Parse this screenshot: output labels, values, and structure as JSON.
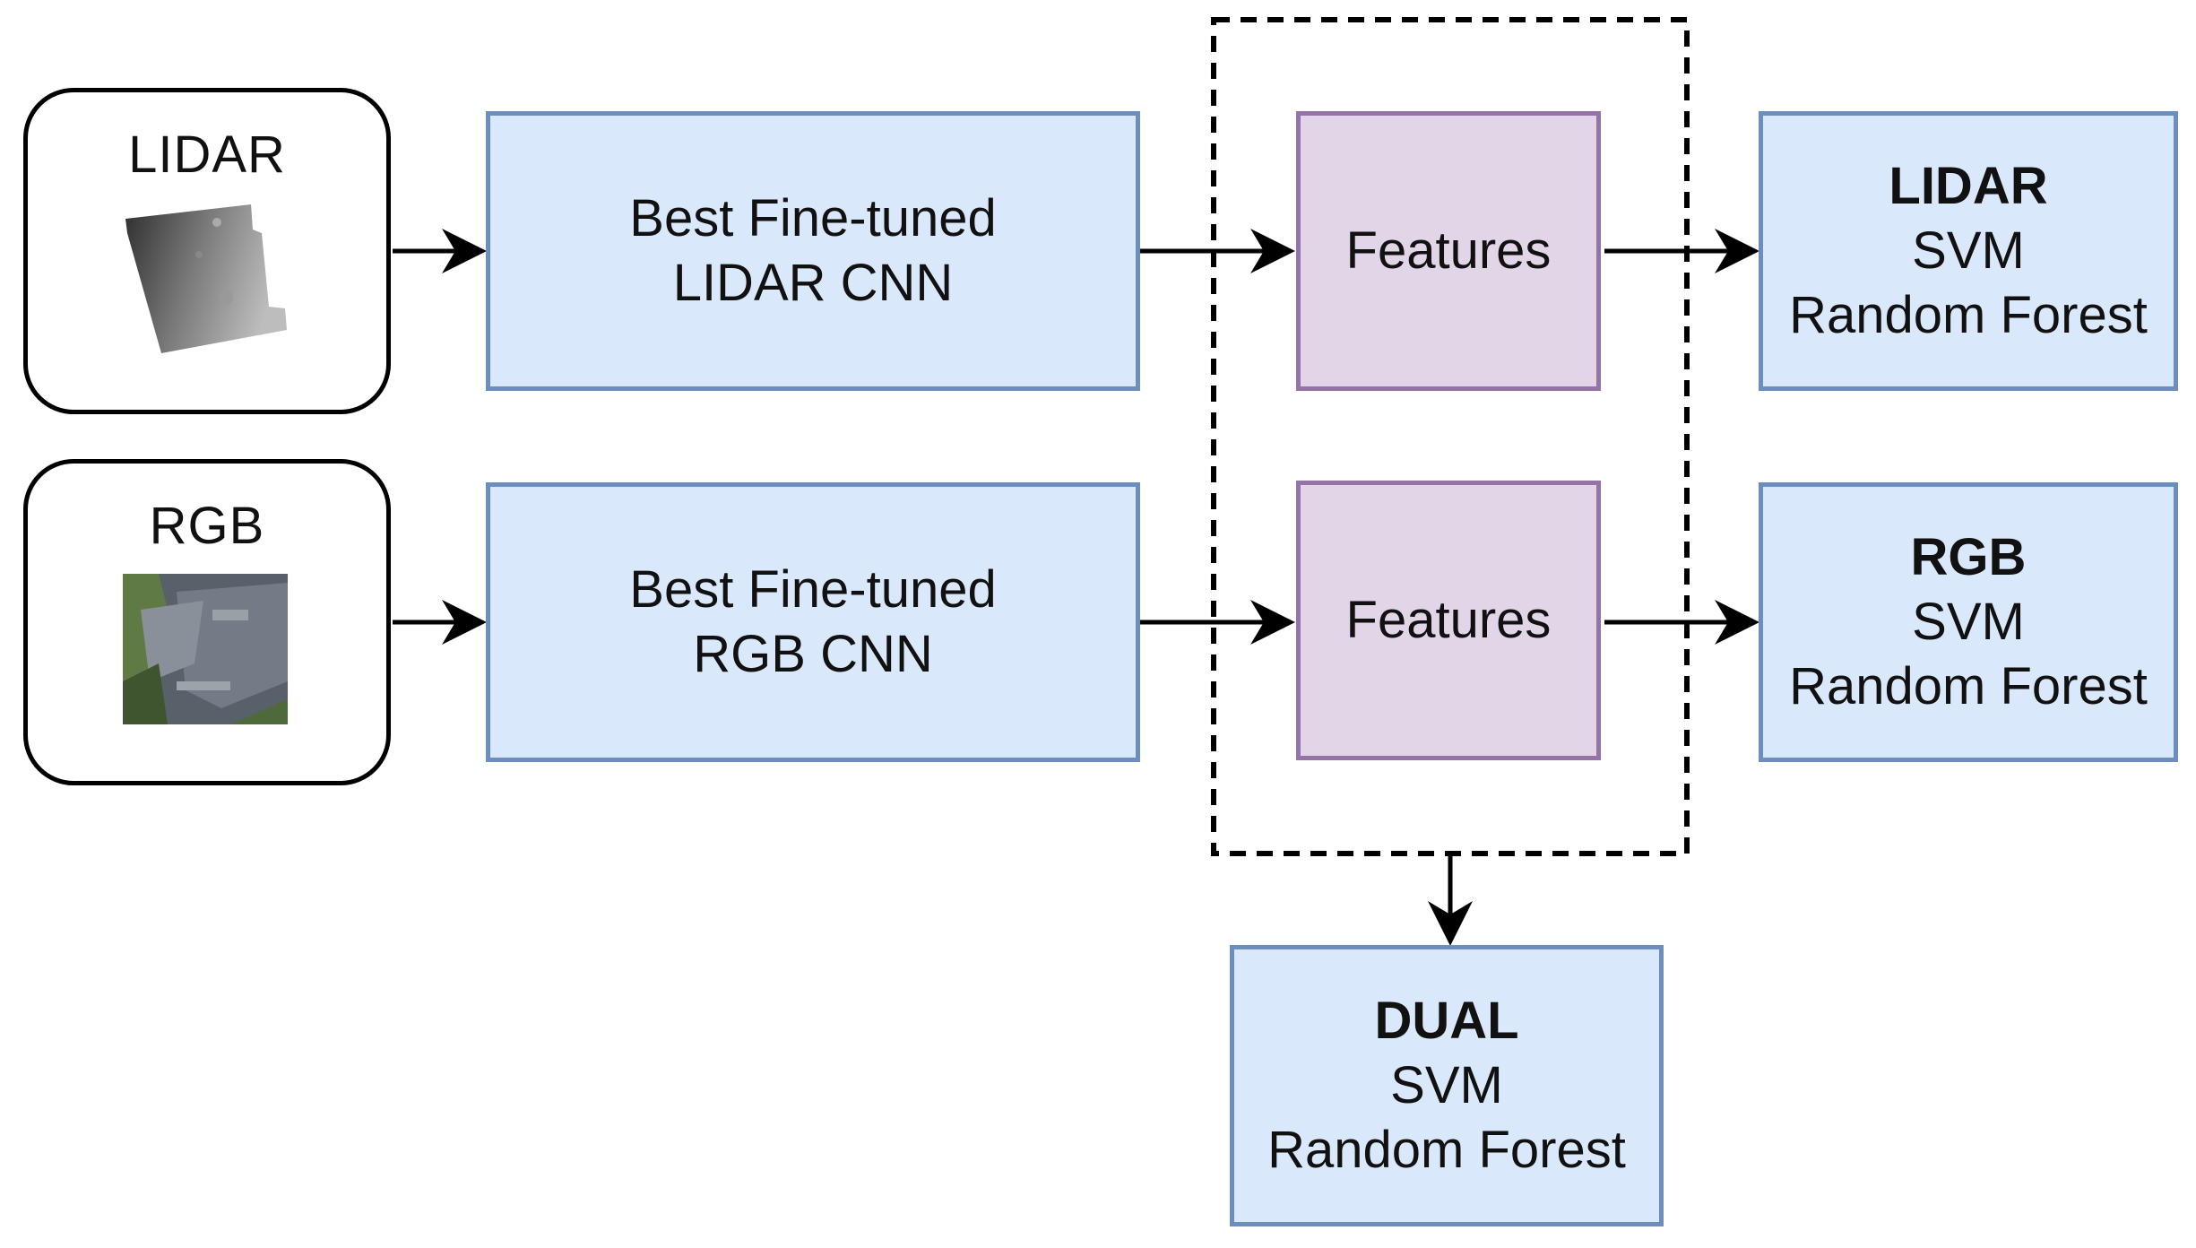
{
  "inputs": {
    "lidar": {
      "label": "LIDAR"
    },
    "rgb": {
      "label": "RGB"
    }
  },
  "cnn": {
    "lidar": {
      "line1": "Best Fine-tuned",
      "line2": "LIDAR CNN"
    },
    "rgb": {
      "line1": "Best Fine-tuned",
      "line2": "RGB CNN"
    }
  },
  "features": {
    "lidar": {
      "label": "Features"
    },
    "rgb": {
      "label": "Features"
    }
  },
  "classifiers": {
    "lidar": {
      "title": "LIDAR",
      "line1": "SVM",
      "line2": "Random Forest"
    },
    "rgb": {
      "title": "RGB",
      "line1": "SVM",
      "line2": "Random Forest"
    },
    "dual": {
      "title": "DUAL",
      "line1": "SVM",
      "line2": "Random Forest"
    }
  },
  "colors": {
    "blue_fill": "#dae8fc",
    "blue_stroke": "#6c8ebf",
    "purple_fill": "#e1d5e7",
    "purple_stroke": "#9673a6",
    "line": "#000000"
  }
}
